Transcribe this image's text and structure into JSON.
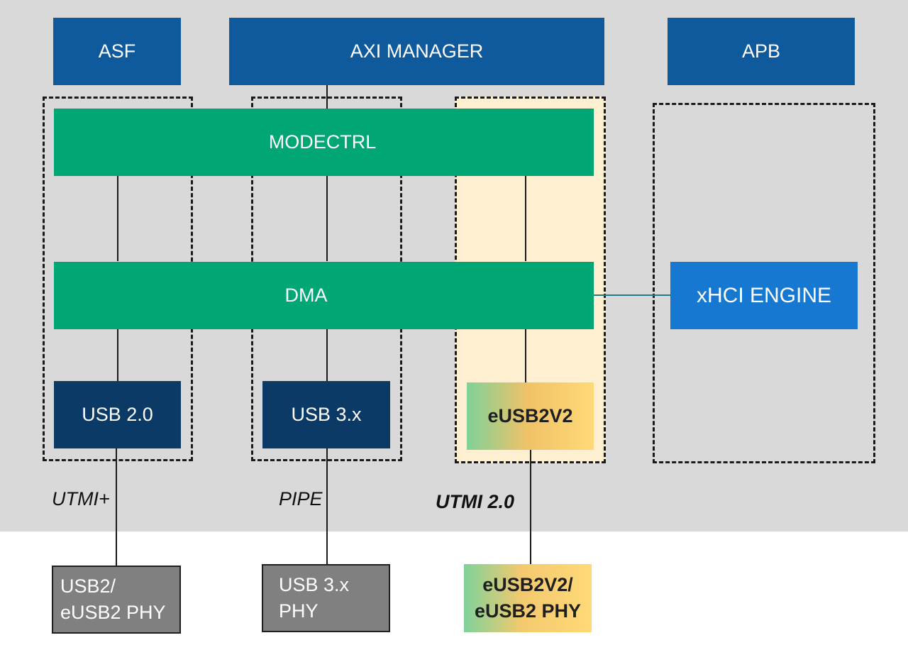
{
  "top_blocks": {
    "asf": "ASF",
    "axi_manager": "AXI MANAGER",
    "apb": "APB"
  },
  "core_blocks": {
    "modectrl": "MODECTRL",
    "dma": "DMA",
    "xhci_engine": "xHCI ENGINE"
  },
  "controllers": {
    "usb20": "USB 2.0",
    "usb3x": "USB 3.x",
    "eusb2v2": "eUSB2V2"
  },
  "interfaces": {
    "utmi_plus": "UTMI+",
    "pipe": "PIPE",
    "utmi_20": "UTMI 2.0"
  },
  "phys": {
    "usb2_phy_line1": "USB2/",
    "usb2_phy_line2": "eUSB2 PHY",
    "usb3_phy_line1": "USB 3.x",
    "usb3_phy_line2": "PHY",
    "eusb_phy_line1": "eUSB2V2/",
    "eusb_phy_line2": "eUSB2 PHY"
  },
  "colors": {
    "panel_gray": "#d9d9d9",
    "top_blue": "#0f5a9c",
    "green": "#00a674",
    "navy": "#0b3a66",
    "xhci_blue": "#1778d2",
    "phy_gray": "#808080",
    "eusb_highlight": "#fdefcf"
  }
}
